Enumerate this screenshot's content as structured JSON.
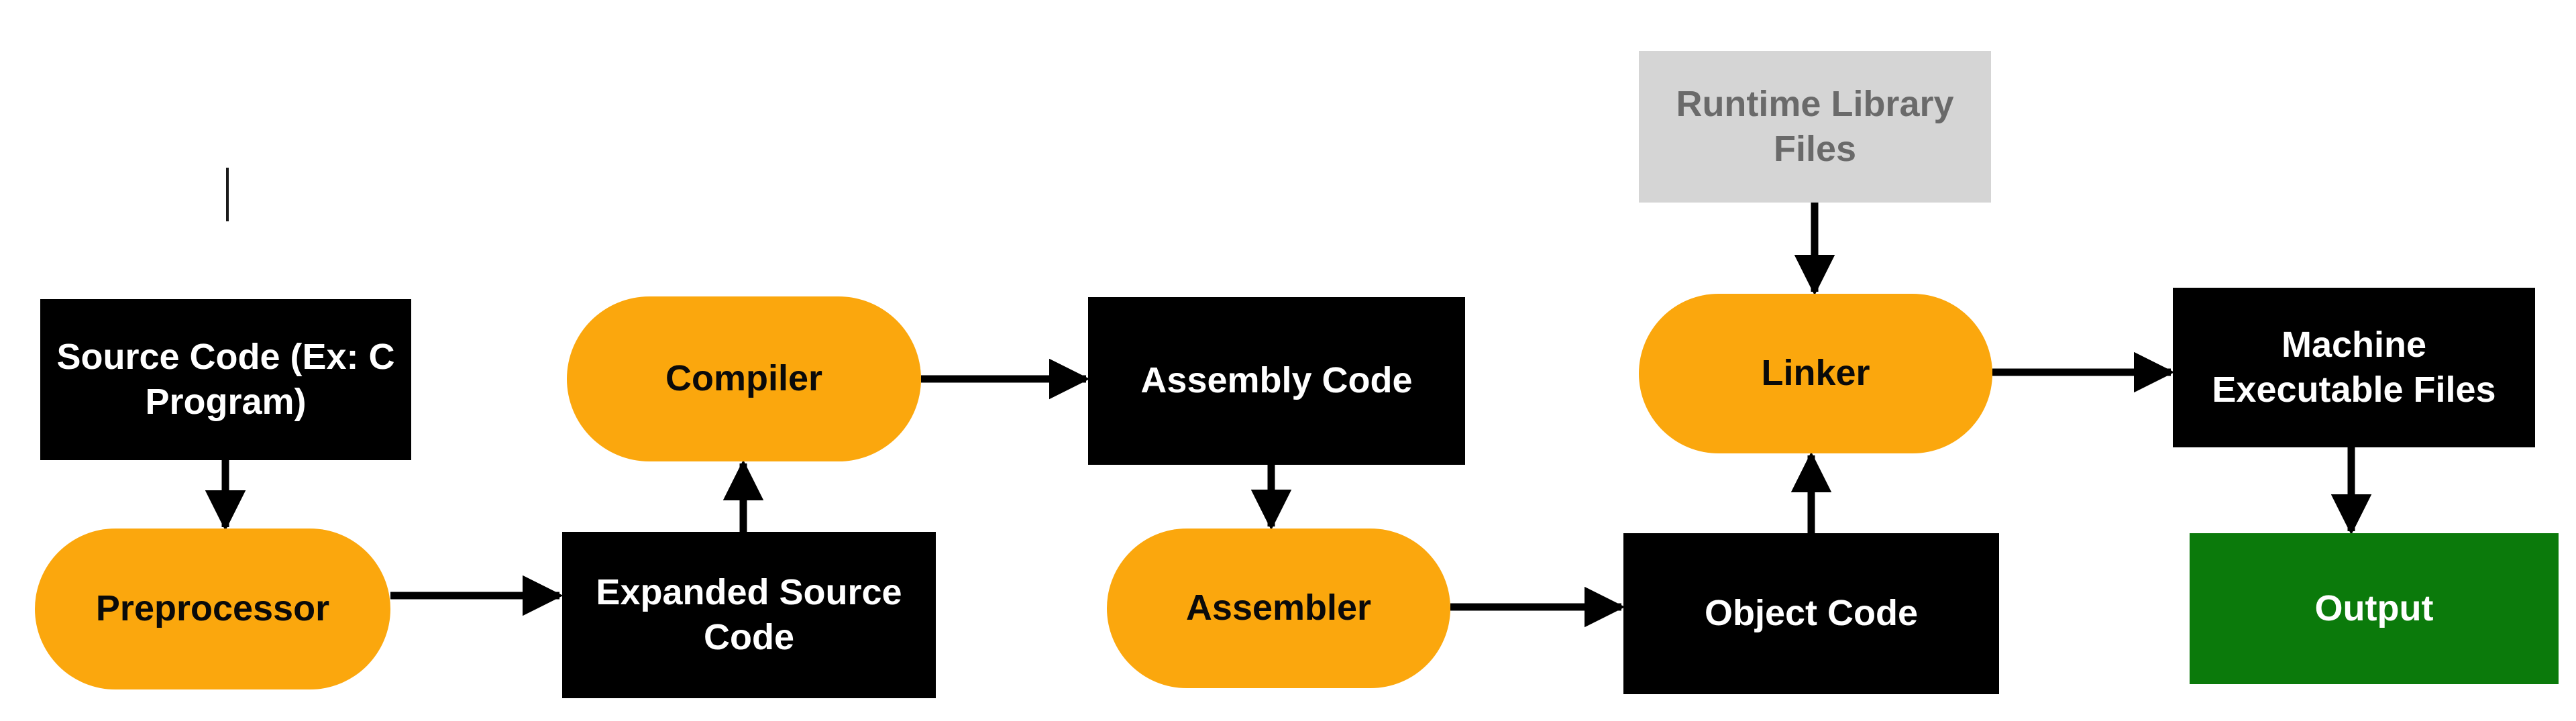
{
  "background_color": "#FFFFFF",
  "diagram": {
    "type": "flowchart",
    "arrow_color": "#000000",
    "nodes": {
      "source_code": {
        "label": "Source Code (Ex: C Program)",
        "shape": "rectangle",
        "fill": "#000000",
        "text_color": "#FFFFFF"
      },
      "preprocessor": {
        "label": "Preprocessor",
        "shape": "pill",
        "fill": "#FBA70D",
        "text_color": "#0A0A0A"
      },
      "expanded_source_code": {
        "label": "Expanded Source Code",
        "shape": "rectangle",
        "fill": "#000000",
        "text_color": "#FFFFFF"
      },
      "compiler": {
        "label": "Compiler",
        "shape": "pill",
        "fill": "#FBA70D",
        "text_color": "#0A0A0A"
      },
      "assembly_code": {
        "label": "Assembly Code",
        "shape": "rectangle",
        "fill": "#000000",
        "text_color": "#FFFFFF"
      },
      "assembler": {
        "label": "Assembler",
        "shape": "pill",
        "fill": "#FBA70D",
        "text_color": "#0A0A0A"
      },
      "object_code": {
        "label": "Object Code",
        "shape": "rectangle",
        "fill": "#000000",
        "text_color": "#FFFFFF"
      },
      "runtime_library_files": {
        "label": "Runtime Library Files",
        "shape": "rectangle",
        "fill": "#D5D5D5",
        "text_color": "#6A6A6A"
      },
      "linker": {
        "label": "Linker",
        "shape": "pill",
        "fill": "#FBA70D",
        "text_color": "#0A0A0A"
      },
      "machine_executable_files": {
        "label": "Machine Executable Files",
        "shape": "rectangle",
        "fill": "#000000",
        "text_color": "#FFFFFF"
      },
      "output": {
        "label": "Output",
        "shape": "rectangle",
        "fill": "#0B7A0B",
        "text_color": "#FFFFFF"
      }
    },
    "edges": [
      {
        "from": "source_code",
        "to": "preprocessor"
      },
      {
        "from": "preprocessor",
        "to": "expanded_source_code"
      },
      {
        "from": "expanded_source_code",
        "to": "compiler"
      },
      {
        "from": "compiler",
        "to": "assembly_code"
      },
      {
        "from": "assembly_code",
        "to": "assembler"
      },
      {
        "from": "assembler",
        "to": "object_code"
      },
      {
        "from": "object_code",
        "to": "linker"
      },
      {
        "from": "runtime_library_files",
        "to": "linker"
      },
      {
        "from": "linker",
        "to": "machine_executable_files"
      },
      {
        "from": "machine_executable_files",
        "to": "output"
      }
    ]
  }
}
